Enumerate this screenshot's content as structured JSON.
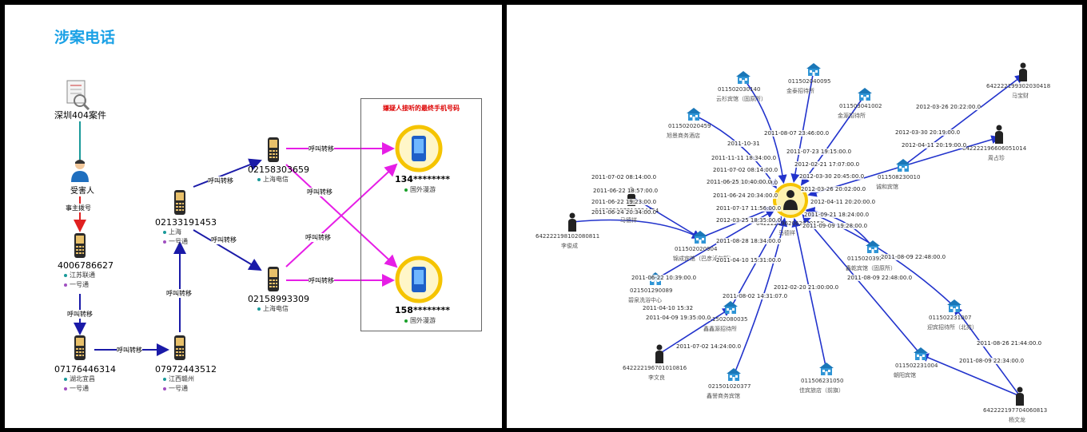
{
  "left": {
    "title": "涉案电话",
    "case": {
      "label": "深圳404案件"
    },
    "victim": {
      "label": "受害人"
    },
    "edge_caller": "事主拨号",
    "call_forward": "呼叫转移",
    "box_title": "嫌疑人接听的最终手机号码",
    "nodes": {
      "n4006": {
        "number": "4006786627",
        "loc": "江苏联通",
        "carrier": "一号通"
      },
      "n0717": {
        "number": "07176446314",
        "loc": "湖北宜昌",
        "carrier": "一号通"
      },
      "n0797": {
        "number": "07972443512",
        "loc": "江西赣州",
        "carrier": "一号通"
      },
      "n0213": {
        "number": "02133191453",
        "loc": "上海",
        "carrier": "一号通"
      },
      "n0215a": {
        "number": "02158303659",
        "loc": "上海电信"
      },
      "n0215b": {
        "number": "02158993309",
        "loc": "上海电信"
      },
      "m134": {
        "number": "134********",
        "loc": "国外漫游"
      },
      "m158": {
        "number": "158********",
        "loc": "国外漫游"
      }
    },
    "colors": {
      "title": "#1aa1e6",
      "forward": "#1a1aa8",
      "pink": "#e61ee6",
      "teal": "#1a9a9a",
      "red": "#e02020",
      "gold": "#f5c400"
    }
  },
  "right": {
    "center": {
      "id": "642222196206261015X",
      "name": "马德祥"
    },
    "people": [
      {
        "id": "642222199302030418",
        "name": "马宝财"
      },
      {
        "id": "642222196606051014",
        "name": "周占珍"
      },
      {
        "id": "642222198102080811",
        "name": "李俊成"
      },
      {
        "id": "642222196701010816",
        "name": "李文良"
      },
      {
        "id": "642222197704060813",
        "name": "杨文龙"
      },
      {
        "id": "642222197210224454",
        "name": "马德祥"
      }
    ],
    "hotels": [
      {
        "code": "011502030140",
        "name": "云杉宾馆（固原所）"
      },
      {
        "code": "011502040095",
        "name": "金泰招待所"
      },
      {
        "code": "011503041002",
        "name": "金源招待所"
      },
      {
        "code": "011502020459",
        "name": "旭景商务酒店"
      },
      {
        "code": "011508230010",
        "name": "诚和宾馆"
      },
      {
        "code": "011502020904",
        "name": "锦成宾馆（巴彦淖尔所）"
      },
      {
        "code": "011502039215",
        "name": "鑫乾宾馆（固原所）"
      },
      {
        "code": "021501290089",
        "name": "碧泉洗浴中心"
      },
      {
        "code": "011502080035",
        "name": "鑫鑫源招待所"
      },
      {
        "code": "011502231007",
        "name": "迎宾招待所（北苑）"
      },
      {
        "code": "011502231004",
        "name": "朝阳宾馆"
      },
      {
        "code": "011506231050",
        "name": "佳宾旅店（前旗）"
      },
      {
        "code": "021501020377",
        "name": "鑫誉商务宾馆"
      }
    ],
    "edge_labels": [
      "2011-08-07 23:46:00.0",
      "2011-10-31",
      "2011-07-23 19:15:00.0",
      "2011-11-11 18:34:00.0",
      "2012-02-21 17:07:00.0",
      "2011-07-02 08:14:00.0",
      "2012-03-30 20:45:00.0",
      "2011-06-25 10:40:00.0",
      "2012-03-26 20:02:00.0",
      "2011-06-24 20:34:00.0",
      "2012-04-11 20:20:00.0",
      "2011-07-17 11:56:00.0",
      "2011-09-21 18:24:00.0",
      "2012-03-25 18:35:00.0",
      "2011-09-09 19:28:00.0",
      "2011-08-28 18:34:00.0",
      "2011-04-10 15:31:00.0",
      "2011-08-02 14:31:07.0",
      "2012-02-20 21:00:00.0",
      "2011-08-09 22:48:00.0",
      "2011-04-10 15:32",
      "2011-04-09 19:35:00.0",
      "2011-07-02 08:14:00.0",
      "2011-06-22 18:57:00.0",
      "2011-06-22 19:23:00.0",
      "2011-06-24 20:34:00.0",
      "2012-03-26 20:22:00.0",
      "2012-03-30 20:19:00.0",
      "2012-04-11 20:19:00.0",
      "2011-08-26 21:44:00.0",
      "2011-08-09 22:34:00.0",
      "2011-07-02 14:24:00.0",
      "2011-06-25 10:40:00.0",
      "2011-06-22 10:39:00.0",
      "2011-08-09 22:48:00.0"
    ]
  }
}
